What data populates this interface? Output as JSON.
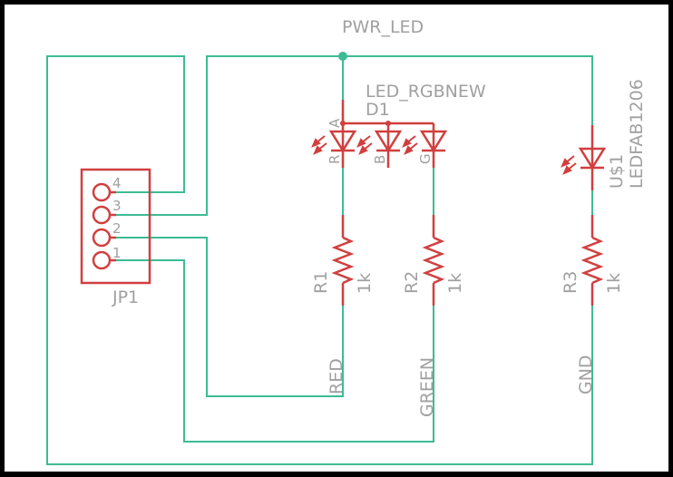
{
  "schematic": {
    "net_labels": {
      "pwr": "PWR_LED",
      "red": "RED",
      "green": "GREEN",
      "gnd": "GND"
    },
    "parts": {
      "d1": {
        "name": "D1",
        "value": "LED_RGBNEW",
        "pin_labels": [
          "A",
          "R",
          "B",
          "G"
        ]
      },
      "us1": {
        "name": "U$1",
        "value": "LEDFAB1206"
      },
      "r1": {
        "name": "R1",
        "value": "1k"
      },
      "r2": {
        "name": "R2",
        "value": "1k"
      },
      "r3": {
        "name": "R3",
        "value": "1k"
      },
      "jp1": {
        "name": "JP1",
        "pins": [
          "4",
          "3",
          "2",
          "1"
        ]
      }
    },
    "colors": {
      "wire": "#3dbb94",
      "part": "#d13f3f",
      "text": "#a0a0a0",
      "border": "#000000"
    }
  }
}
